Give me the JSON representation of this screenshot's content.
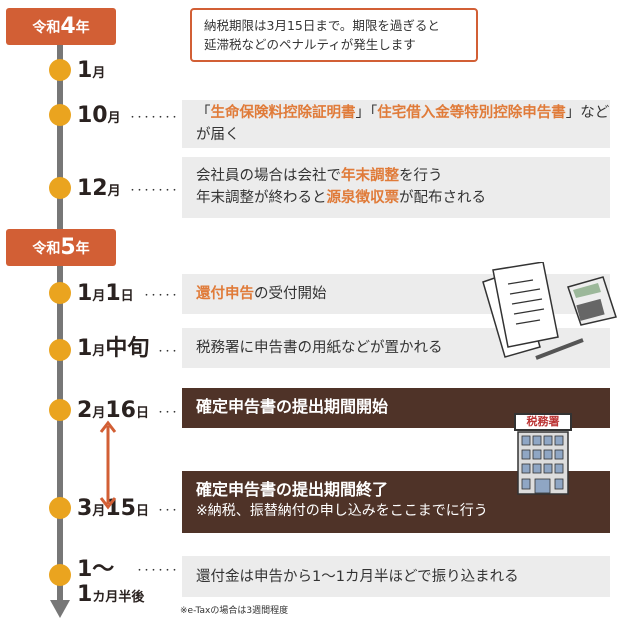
{
  "eras": [
    {
      "prefix": "令和",
      "num": "4",
      "suffix": "年"
    },
    {
      "prefix": "令和",
      "num": "5",
      "suffix": "年"
    }
  ],
  "note": {
    "line1": "納税期限は3月15日まで。期限を過ぎると",
    "line2": "延滞税などのペナルティが発生します"
  },
  "events": [
    {
      "date": "1",
      "unit": "月",
      "leader": ""
    },
    {
      "date": "10",
      "unit": "月",
      "leader": "・・・・・・・",
      "segments": [
        {
          "t": "「"
        },
        {
          "t": "生命保険料控除証明書",
          "hl": true
        },
        {
          "t": "」「"
        },
        {
          "t": "住宅借入金等特別控除申告書",
          "hl": true
        },
        {
          "t": "」などが届く"
        }
      ]
    },
    {
      "date": "12",
      "unit": "月",
      "leader": "・・・・・・・",
      "line1": [
        {
          "t": "会社員の場合は会社で"
        },
        {
          "t": "年末調整",
          "hl": true
        },
        {
          "t": "を行う"
        }
      ],
      "line2": [
        {
          "t": "年末調整が終わると"
        },
        {
          "t": "源泉徴収票",
          "hl": true
        },
        {
          "t": "が配布される"
        }
      ]
    },
    {
      "date": "1",
      "unit": "月",
      "date2": "1",
      "unit2": "日",
      "leader": "・・・・・",
      "segments": [
        {
          "t": "還付申告",
          "hl": true
        },
        {
          "t": "の受付開始"
        }
      ]
    },
    {
      "date": "1",
      "unit": "月",
      "date2": "中旬",
      "leader": "・・・",
      "segments": [
        {
          "t": "税務署に申告書の用紙などが置かれる"
        }
      ]
    },
    {
      "date": "2",
      "unit": "月",
      "date2": "16",
      "unit2": "日",
      "leader": "・・・",
      "title": "確定申告書の提出期間開始"
    },
    {
      "date": "3",
      "unit": "月",
      "date2": "15",
      "unit2": "日",
      "leader": "・・・",
      "title": "確定申告書の提出期間終了",
      "subtitle": "※納税、振替納付の申し込みをここまでに行う"
    },
    {
      "date": "1〜",
      "date2": "1",
      "unit2": "カ月半後",
      "leader": "・・・・・・",
      "segments": [
        {
          "t": "還付金は申告から1〜1カ月半ほどで振り込まれる"
        }
      ]
    }
  ],
  "footnote": "※e-Taxの場合は3週間程度",
  "building_sign": "税務署",
  "colors": {
    "accent": "#d25f35",
    "highlight": "#e07b39",
    "dot": "#eaa41f",
    "dark": "#4f3328",
    "box": "#ececec"
  }
}
